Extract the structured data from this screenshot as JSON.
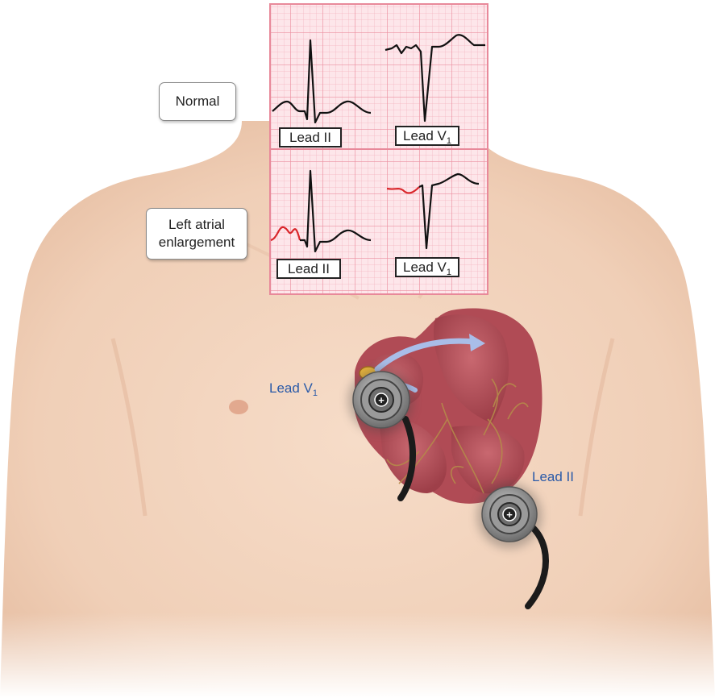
{
  "labels": {
    "normal": "Normal",
    "left_atrial_line1": "Left atrial",
    "left_atrial_line2": "enlargement"
  },
  "ecg_boxes": {
    "normal_lead_ii": "Lead II",
    "normal_lead_v1": "Lead V",
    "normal_lead_v1_sub": "1",
    "lae_lead_ii": "Lead II",
    "lae_lead_v1": "Lead V",
    "lae_lead_v1_sub": "1"
  },
  "electrodes": {
    "v1_label": "Lead V",
    "v1_sub": "1",
    "ii_label": "Lead II",
    "polarity_symbol": "+"
  },
  "colors": {
    "skin": "#f2d3bd",
    "ecg_grid": "#f0a0ad",
    "ecg_paper": "#fde6ea",
    "trace": "#111111",
    "abnormal_p_wave": "#d9262a",
    "lead_label_blue": "#2a5aa8",
    "heart": "#b8515a"
  }
}
